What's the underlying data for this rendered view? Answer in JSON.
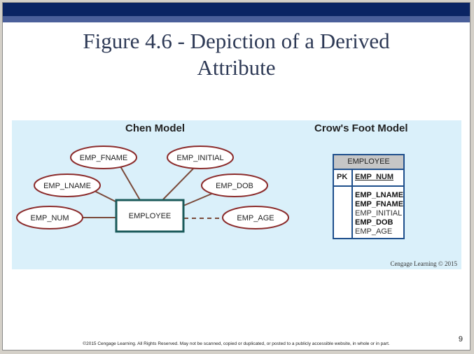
{
  "slide": {
    "title_line1": "Figure 4.6 - Depiction of a Derived",
    "title_line2": "Attribute",
    "footer": "©2015 Cengage Learning. All Rights Reserved. May not be scanned, copied or duplicated, or posted to a publicly accessible website, in whole or in part.",
    "page_number": "9"
  },
  "figure": {
    "credit": "Cengage Learning © 2015",
    "chen": {
      "title": "Chen Model",
      "entity": "EMPLOYEE",
      "attributes": [
        "EMP_FNAME",
        "EMP_INITIAL",
        "EMP_LNAME",
        "EMP_DOB",
        "EMP_NUM",
        "EMP_AGE"
      ],
      "derived_attribute": "EMP_AGE"
    },
    "crows_foot": {
      "title": "Crow's Foot Model",
      "entity": "EMPLOYEE",
      "pk_label": "PK",
      "pk_attribute": "EMP_NUM",
      "attributes": [
        {
          "name": "EMP_LNAME",
          "bold": true
        },
        {
          "name": "EMP_FNAME",
          "bold": true
        },
        {
          "name": "EMP_INITIAL",
          "bold": false
        },
        {
          "name": "EMP_DOB",
          "bold": true
        },
        {
          "name": "EMP_AGE",
          "bold": false
        }
      ]
    }
  },
  "colors": {
    "top_bar": "#0a2463",
    "panel_background": "#daf0fa",
    "ellipse_border": "#8b2b2b",
    "connector": "#7a4a3a",
    "entity_border": "#1a5a5a",
    "table_border": "#1e4f8c"
  }
}
